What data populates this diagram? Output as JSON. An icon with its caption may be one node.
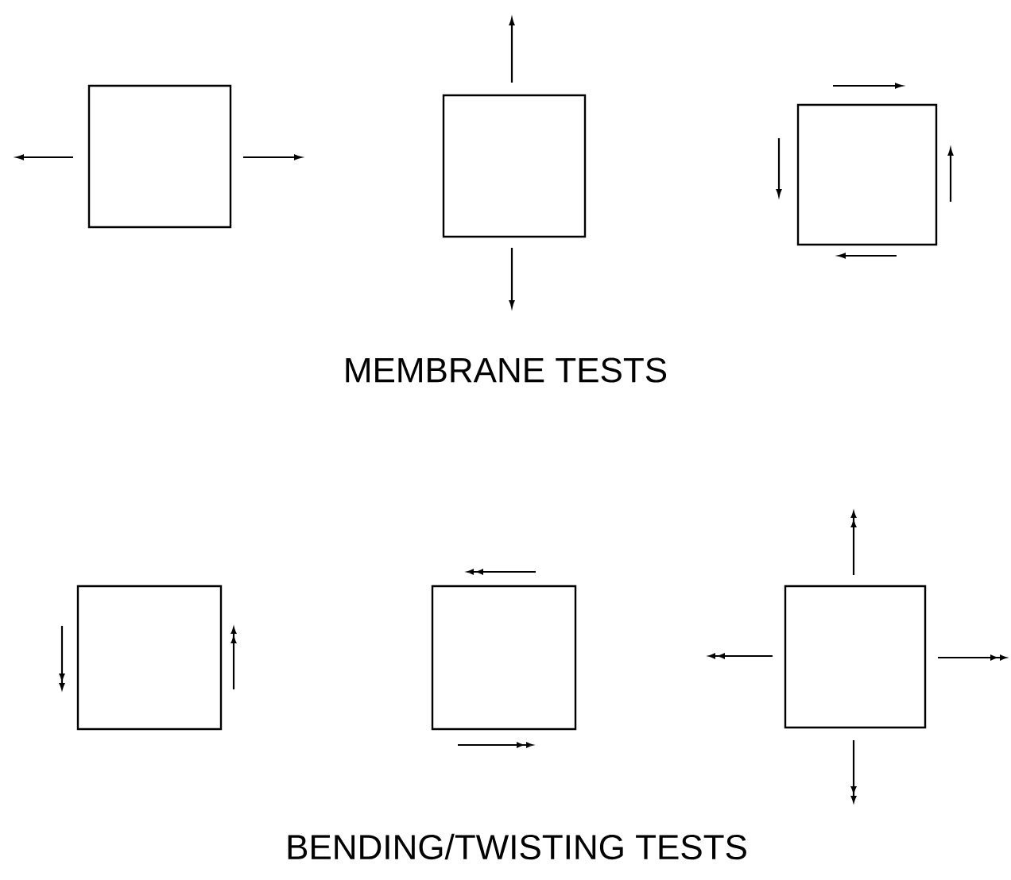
{
  "diagram": {
    "nodes": [
      {
        "text": [],
        "shape": "box"
      },
      {
        "text": [],
        "shape": "box"
      },
      {
        "text": [],
        "shape": "box"
      },
      {
        "text": [],
        "shape": "box"
      },
      {
        "text": [],
        "shape": "box"
      },
      {
        "text": [],
        "shape": "box"
      }
    ],
    "labels": [
      "MEMBRANE TESTS",
      "BENDING/TWISTING TESTS"
    ]
  }
}
